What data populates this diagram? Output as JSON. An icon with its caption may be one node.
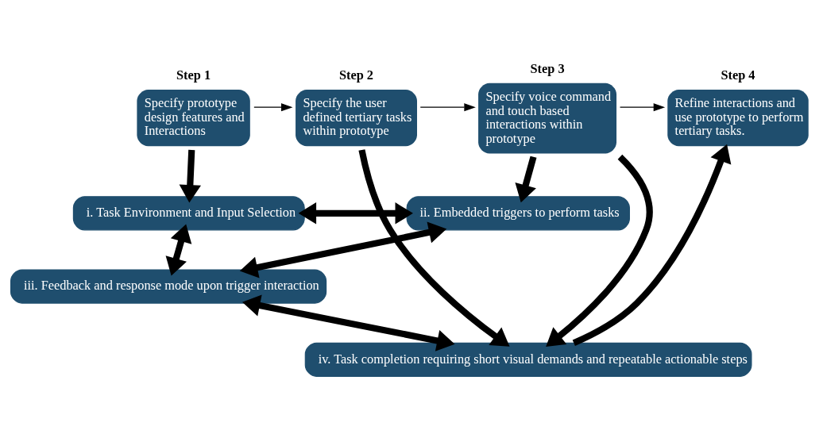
{
  "diagram": {
    "nodes": [
      {
        "text": [
          "Step 1",
          "Specify prototype design features and Interactions"
        ]
      },
      {
        "text": [
          "Step 2",
          "Specify the user defined tertiary tasks within prototype"
        ]
      },
      {
        "text": [
          "Step 3",
          "Specify voice command and touch based interactions within prototype"
        ]
      },
      {
        "text": [
          "Step 4",
          "Refine interactions and use prototype to perform tertiary tasks."
        ]
      },
      {
        "text": [
          "i. Task Environment and Input Selection"
        ]
      },
      {
        "text": [
          "ii. Embedded triggers to perform tasks"
        ]
      },
      {
        "text": [
          "iii. Feedback and response mode upon trigger interaction"
        ]
      },
      {
        "text": [
          "iv. Task completion requiring short visual demands and repeatable actionable steps"
        ]
      }
    ],
    "edges": [
      {
        "from": 0,
        "to": 1,
        "arrow": "to"
      },
      {
        "from": 1,
        "to": 2,
        "arrow": "to"
      },
      {
        "from": 2,
        "to": 3,
        "arrow": "to"
      },
      {
        "from": 0,
        "to": 4,
        "arrow": "to"
      },
      {
        "from": 1,
        "to": 7,
        "arrow": "to"
      },
      {
        "from": 2,
        "to": 5,
        "arrow": "to"
      },
      {
        "from": 2,
        "to": 7,
        "arrow": "to"
      },
      {
        "from": 4,
        "to": 5,
        "arrow": "both"
      },
      {
        "from": 4,
        "to": 6,
        "arrow": "both"
      },
      {
        "from": 5,
        "to": 6,
        "arrow": "both"
      },
      {
        "from": 6,
        "to": 7,
        "arrow": "both"
      },
      {
        "from": 7,
        "to": 3,
        "arrow": "to"
      }
    ]
  }
}
